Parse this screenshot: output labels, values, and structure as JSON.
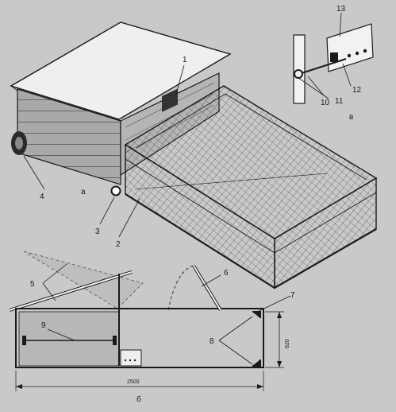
{
  "labels": {
    "n1": "1",
    "n2": "2",
    "n3": "3",
    "n4": "4",
    "n5": "5",
    "n6": "6",
    "n7": "7",
    "n8": "8",
    "n9": "9",
    "n10": "10",
    "n11": "11",
    "n12": "12",
    "n13": "13"
  },
  "view_labels": {
    "a": "а",
    "b": "б",
    "v": "в"
  },
  "dimensions": {
    "length": "2500",
    "height": "620"
  },
  "colors": {
    "background": "#c9c9c9",
    "line": "#1a1a1a",
    "roof": "#efefef",
    "wall": "#a9a9a9",
    "mesh": "#3a3a3a"
  }
}
